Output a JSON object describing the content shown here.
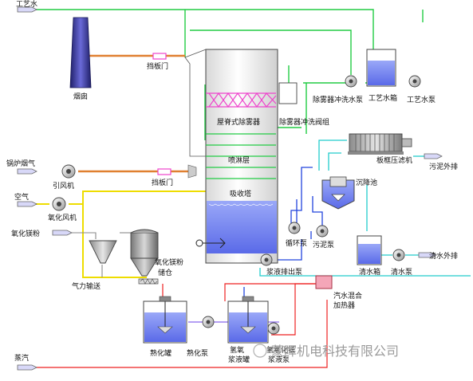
{
  "labels": {
    "process_water": "工艺水",
    "chimney": "烟囱",
    "damper_top": "挡板门",
    "damper_mid": "挡板门",
    "demister_flush_pump": "除雾器冲洗水泵",
    "process_tank": "工艺水箱",
    "process_pump": "工艺水泵",
    "demister": "屋脊式除雾器",
    "flush_valves": "除雾器冲洗阀组",
    "boiler_flue_gas": "锅炉烟气",
    "id_fan": "引风机",
    "spray_layer": "喷淋层",
    "filter_press": "板框压滤机",
    "sludge_out": "污泥外排",
    "settling_tank": "沉降池",
    "absorber": "吸收塔",
    "air": "空气",
    "oxidation_fan": "氧化风机",
    "mgo_powder": "氧化镁粉",
    "circ_pump": "循环泵",
    "sludge_pump": "污泥泵",
    "clear_tank": "清水箱",
    "clear_pump": "清水泵",
    "clear_out": "清水外排",
    "silo_line1": "氧化镁粉",
    "silo_line2": "储仓",
    "slurry_pump": "浆液排出泵",
    "pneumatic": "气力输送",
    "heater_line1": "汽水混合",
    "heater_line2": "加热器",
    "steam": "蒸汽",
    "slaking_tank": "熟化罐",
    "slaking_pump": "熟化泵",
    "mgoh_tank_l1": "氢氧",
    "mgoh_tank_l2": "浆液罐",
    "mgoh_pump_l1": "氢氧化镁",
    "mgoh_pump_l2": "浆液泵"
  },
  "watermark": "蒙晖机电科技有限公司",
  "colors": {
    "green": "#22cc44",
    "blue": "#2244dd",
    "yellow": "#eedd00",
    "cyan": "#22cccc",
    "red": "#ee2222",
    "orange": "#e08030",
    "pink": "#ee44cc",
    "purple": "#8866ee"
  }
}
